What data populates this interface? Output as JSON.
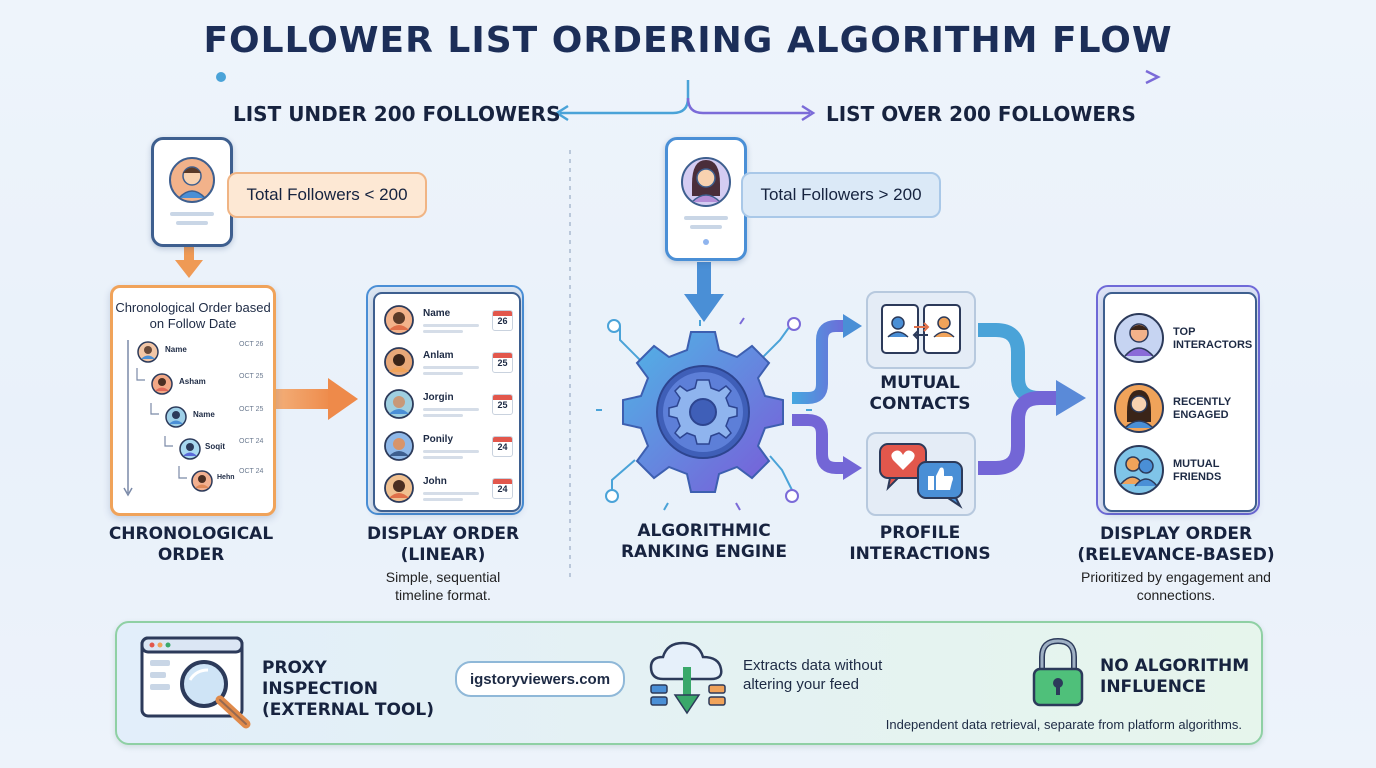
{
  "title": "FOLLOWER LIST ORDERING ALGORITHM FLOW",
  "branches": {
    "left": "LIST UNDER 200 FOLLOWERS",
    "right": "LIST OVER 200 FOLLOWERS"
  },
  "left": {
    "total_label": "Total Followers < 200",
    "chrono_card": {
      "header": "Chronological Order based on Follow Date",
      "entries": [
        {
          "name": "Name",
          "date": "OCT 26"
        },
        {
          "name": "Asham",
          "date": "OCT 25"
        },
        {
          "name": "Name",
          "date": "OCT 25"
        },
        {
          "name": "Soqit",
          "date": "OCT 24"
        },
        {
          "name": "Hehn",
          "date": "OCT 24"
        }
      ]
    },
    "chrono_label": "CHRONOLOGICAL ORDER",
    "display_list": [
      {
        "name": "Name",
        "day": "26"
      },
      {
        "name": "Anlam",
        "day": "25"
      },
      {
        "name": "Jorgin",
        "day": "25"
      },
      {
        "name": "Ponily",
        "day": "24"
      },
      {
        "name": "John",
        "day": "24"
      }
    ],
    "display_label": "DISPLAY ORDER (LINEAR)",
    "display_caption": "Simple, sequential timeline format."
  },
  "right": {
    "total_label": "Total Followers > 200",
    "engine_label": "ALGORITHMIC RANKING ENGINE",
    "mutual_label": "MUTUAL CONTACTS",
    "interactions_label": "PROFILE INTERACTIONS",
    "relevance_items": [
      "TOP INTERACTORS",
      "RECENTLY ENGAGED",
      "MUTUAL FRIENDS"
    ],
    "display_label": "DISPLAY ORDER (RELEVANCE-BASED)",
    "display_caption": "Prioritized by engagement and connections."
  },
  "bottom": {
    "proxy_label": "PROXY INSPECTION (EXTERNAL TOOL)",
    "site": "igstoryviewers.com",
    "extract_text": "Extracts data without altering your feed",
    "no_algo_label": "NO ALGORITHM INFLUENCE",
    "footnote": "Independent data retrieval, separate from platform algorithms."
  },
  "colors": {
    "orange": "#f0a35a",
    "blue": "#4a8fd6",
    "purple": "#7b6bd8",
    "green": "#3aa86a",
    "navy": "#1c2e58"
  }
}
